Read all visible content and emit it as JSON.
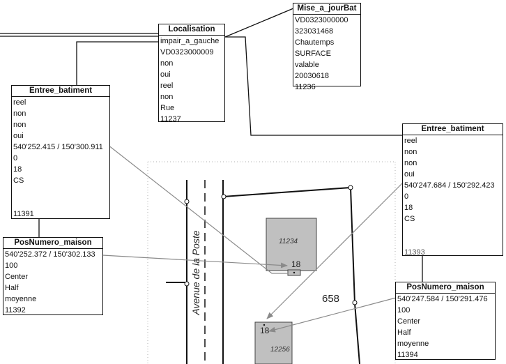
{
  "boxes": {
    "localisation": {
      "title": "Localisation",
      "rows": [
        "impair_a_gauche",
        "VD0323000009",
        "non",
        "oui",
        "reel",
        "non",
        "Rue",
        "11237"
      ]
    },
    "mise_a_jour": {
      "title": "Mise_a_jourBat",
      "rows": [
        "VD0323000000",
        "323031468",
        "Chautemps",
        "SURFACE",
        "valable",
        "20030618",
        "11236"
      ]
    },
    "entree_left": {
      "title": "Entree_batiment",
      "rows": [
        "reel",
        "non",
        "non",
        "oui",
        "540'252.415 / 150'300.911",
        "0",
        "18",
        "CS",
        "",
        "",
        "11391"
      ]
    },
    "entree_right": {
      "title": "Entree_batiment",
      "rows": [
        "reel",
        "non",
        "non",
        "oui",
        "540'247.684 / 150'292.423",
        "0",
        "18",
        "CS",
        "",
        "",
        "11393"
      ]
    },
    "pos_left": {
      "title": "PosNumero_maison",
      "rows": [
        "540'252.372 / 150'302.133",
        "100",
        "Center",
        "Half",
        "moyenne",
        "11392"
      ]
    },
    "pos_right": {
      "title": "PosNumero_maison",
      "rows": [
        "540'247.584 / 150'291.476",
        "100",
        "Center",
        "Half",
        "moyenne",
        "11394"
      ]
    }
  },
  "map": {
    "street_name": "Avenue de la Poste",
    "parcel_number": "658",
    "building_a": "11234",
    "building_b": "12256",
    "house_number_a": "18",
    "house_number_b": "18"
  }
}
